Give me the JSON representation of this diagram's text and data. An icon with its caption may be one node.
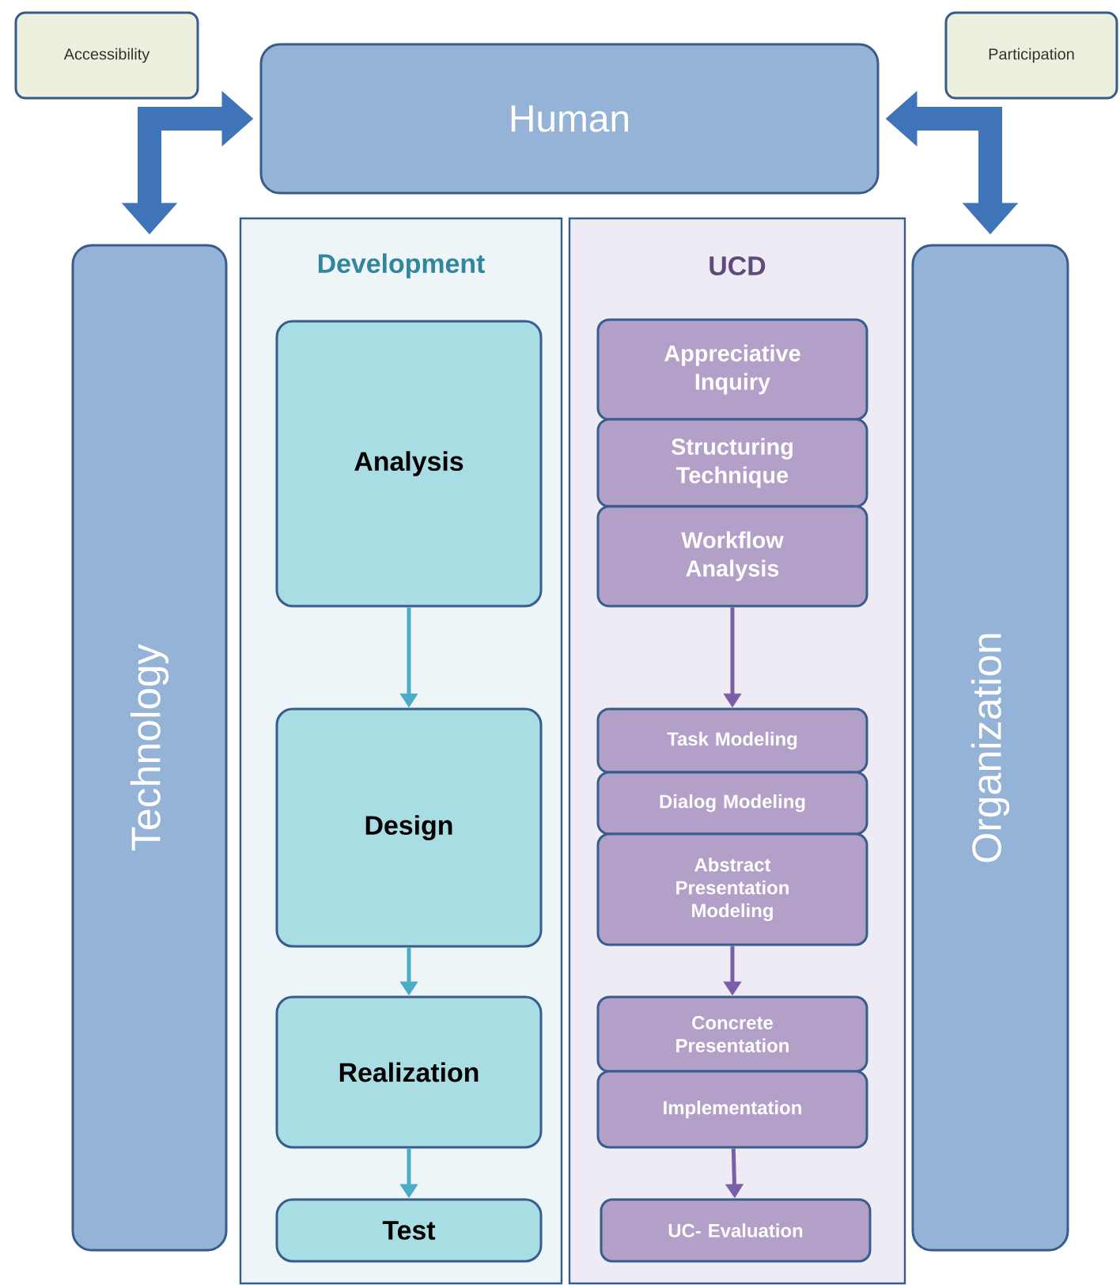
{
  "diagram": {
    "nodes": [
      {
        "text": [
          "Accessibility"
        ]
      },
      {
        "text": [
          "Human"
        ]
      },
      {
        "text": [
          "Participation"
        ]
      },
      {
        "text": [
          "Technology"
        ]
      },
      {
        "text": [
          "Development"
        ]
      },
      {
        "text": [
          "Analysis"
        ],
        "in": 4
      },
      {
        "text": [
          "Design"
        ],
        "in": 4
      },
      {
        "text": [
          "Realization"
        ],
        "in": 4
      },
      {
        "text": [
          "Test"
        ],
        "in": 4
      },
      {
        "text": [
          "UCD"
        ]
      },
      {
        "text": [
          "Appreciative Inquiry"
        ],
        "in": 9
      },
      {
        "text": [
          "Structuring Technique"
        ],
        "in": 9
      },
      {
        "text": [
          "Workflow Analysis"
        ],
        "in": 9
      },
      {
        "text": [
          "Task Modeling"
        ],
        "in": 9
      },
      {
        "text": [
          "Dialog Modeling"
        ],
        "in": 9
      },
      {
        "text": [
          "Abstract Presentation Modeling"
        ],
        "in": 9
      },
      {
        "text": [
          "Concrete Presentation"
        ],
        "in": 9
      },
      {
        "text": [
          "Implementation"
        ],
        "in": 9
      },
      {
        "text": [
          "UC- Evaluation"
        ],
        "in": 9
      },
      {
        "text": [
          "Organization"
        ]
      }
    ],
    "edges": [
      {
        "from": 1,
        "to": 3,
        "arrow": "both",
        "style": "thick",
        "color": "#3f75b8"
      },
      {
        "from": 1,
        "to": 19,
        "arrow": "both",
        "style": "thick",
        "color": "#3f75b8"
      },
      {
        "from": 5,
        "to": 6,
        "arrow": "to",
        "color": "#4bacc6"
      },
      {
        "from": 6,
        "to": 7,
        "arrow": "to",
        "color": "#4bacc6"
      },
      {
        "from": 7,
        "to": 8,
        "arrow": "to",
        "color": "#4bacc6"
      },
      {
        "from": 12,
        "to": 13,
        "arrow": "to",
        "color": "#7b5fa6"
      },
      {
        "from": 15,
        "to": 16,
        "arrow": "to",
        "color": "#7b5fa6"
      },
      {
        "from": 17,
        "to": 18,
        "arrow": "to",
        "color": "#7b5fa6"
      }
    ]
  }
}
